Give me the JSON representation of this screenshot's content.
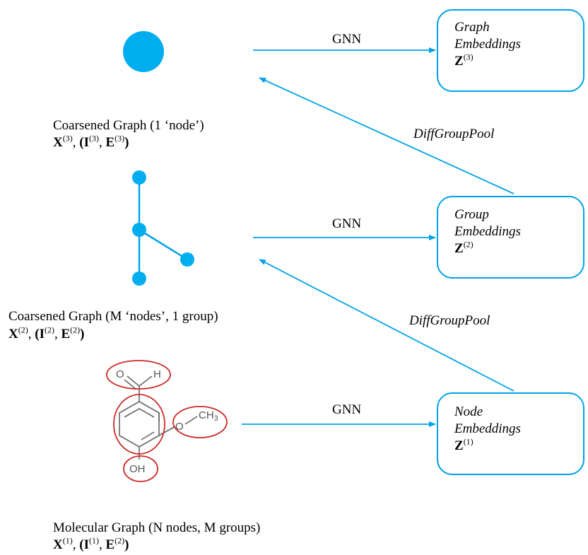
{
  "colors": {
    "accent": "#00a2e8",
    "node": "#00aeef",
    "highlight": "#cc2a2a",
    "molecule": "#666666"
  },
  "arrows": {
    "gnn": "GNN",
    "pool": "DiffGroupPool"
  },
  "levels": [
    {
      "caption": "Coarsened Graph (1 ‘node’)",
      "math": {
        "x": "X",
        "i": "I",
        "e": "E",
        "sup_x": "(3)",
        "sup_i": "(3)",
        "sup_e": "(3)"
      },
      "box": {
        "line1": "Graph",
        "line2": "Embeddings",
        "z": "Z",
        "z_sup": "(3)"
      }
    },
    {
      "caption": "Coarsened Graph (M ‘nodes’, 1 group)",
      "math": {
        "x": "X",
        "i": "I",
        "e": "E",
        "sup_x": "(2)",
        "sup_i": "(2)",
        "sup_e": "(2)"
      },
      "box": {
        "line1": "Group",
        "line2": "Embeddings",
        "z": "Z",
        "z_sup": "(2)"
      }
    },
    {
      "caption": "Molecular Graph (N nodes, M groups)",
      "math": {
        "x": "X",
        "i": "I",
        "e": "E",
        "sup_x": "(1)",
        "sup_i": "(1)",
        "sup_e": "(2)"
      },
      "box": {
        "line1": "Node",
        "line2": "Embeddings",
        "z": "Z",
        "z_sup": "(1)"
      }
    }
  ],
  "molecule": {
    "atom_o": "O",
    "atom_h": "H",
    "atom_o_ether": "O",
    "group_ch3": "CH",
    "ch3_sub": "3",
    "group_oh": "OH"
  }
}
